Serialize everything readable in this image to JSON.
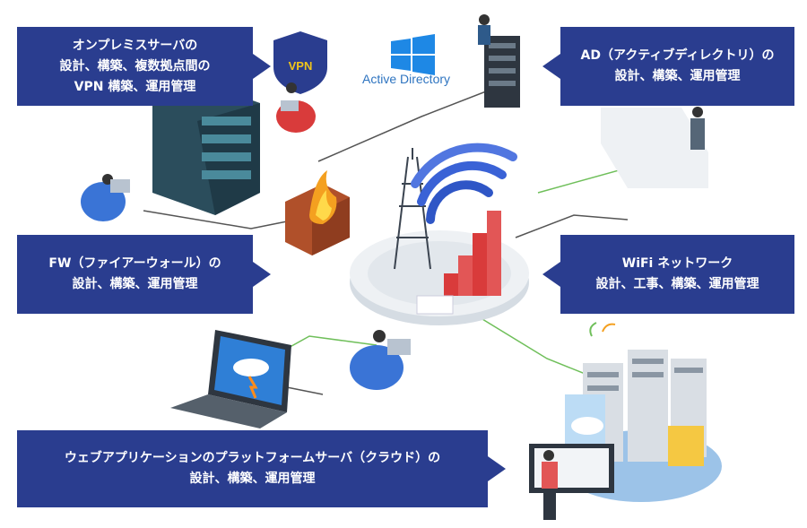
{
  "callouts": {
    "vpn": {
      "lines": [
        "オンプレミスサーバの",
        "設計、構築、複数拠点間の",
        "VPN 構築、運用管理"
      ]
    },
    "ad": {
      "lines": [
        "AD（アクティブディレクトリ）の",
        "設計、構築、運用管理"
      ]
    },
    "fw": {
      "lines": [
        "FW（ファイアーウォール）の",
        "設計、構築、運用管理"
      ]
    },
    "wifi": {
      "lines": [
        "WiFi ネットワーク",
        "設計、工事、構築、運用管理"
      ]
    },
    "cloud": {
      "lines": [
        "ウェブアプリケーションのプラットフォームサーバ（クラウド）の",
        "設計、構築、運用管理"
      ]
    }
  },
  "illustration": {
    "ad_logo_text": "Active Directory",
    "vpn_badge_text": "VPN"
  },
  "colors": {
    "callout_bg": "#2a3d8f",
    "callout_text": "#ffffff",
    "ad_blue": "#2e74c0",
    "accent_red": "#d93b3b",
    "line_green": "#6fbf5a"
  },
  "icons": [
    "shield-icon",
    "firewall-icon",
    "wifi-icon",
    "server-rack-icon",
    "cloud-icon",
    "laptop-icon",
    "person-icon",
    "windows-logo-icon"
  ]
}
